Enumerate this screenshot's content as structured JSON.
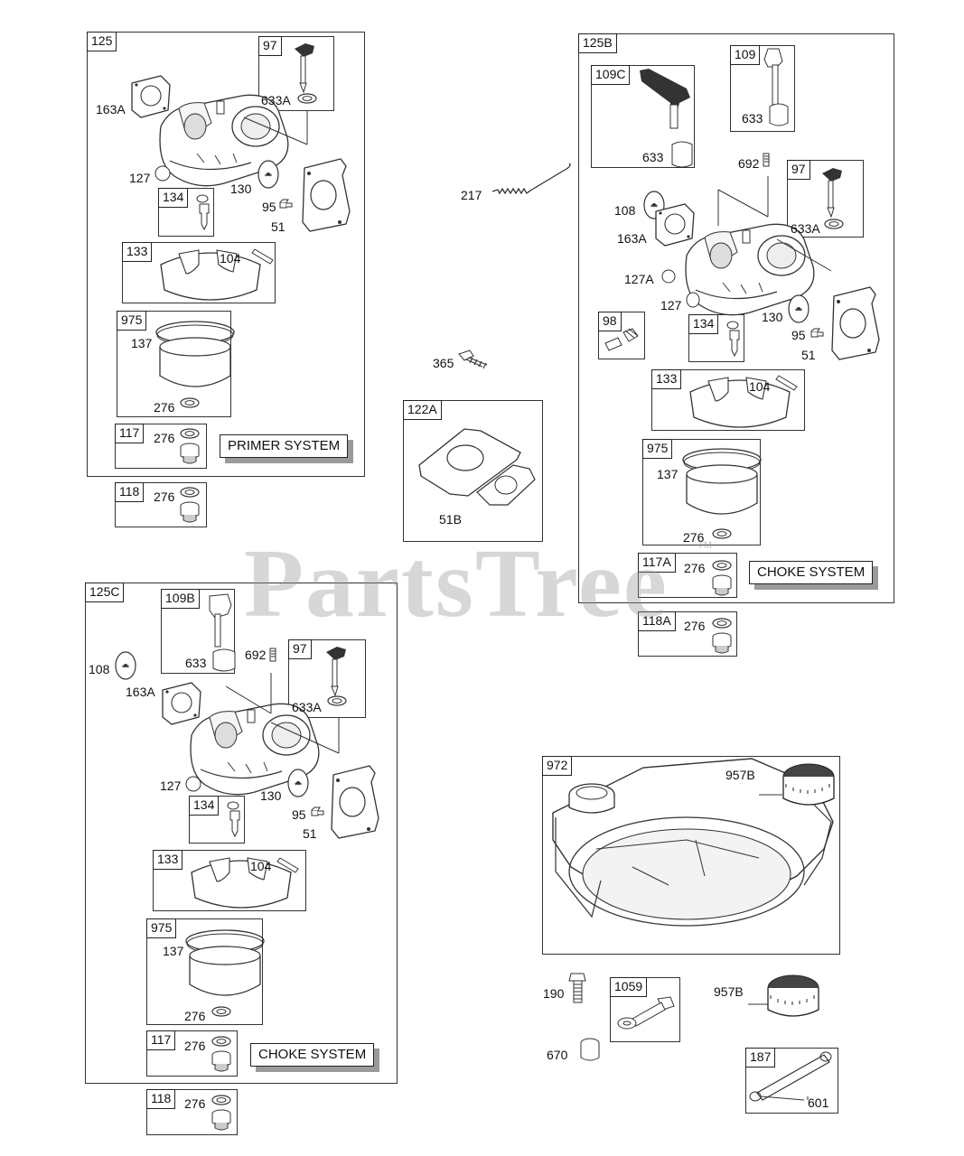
{
  "watermark": {
    "text": "PartsTree",
    "tm": "TM"
  },
  "boxes": {
    "b125": "125",
    "b97a": "97",
    "b134a": "134",
    "b133a": "133",
    "b975a": "975",
    "b117a": "117",
    "b118a": "118",
    "b125b": "125B",
    "b109c": "109C",
    "b109": "109",
    "b97b": "97",
    "b98": "98",
    "b134b": "134",
    "b133b": "133",
    "b975b": "975",
    "b117A": "117A",
    "b118A": "118A",
    "b122a": "122A",
    "b125c": "125C",
    "b109b": "109B",
    "b97c": "97",
    "b134c": "134",
    "b133c": "133",
    "b975c": "975",
    "b117c": "117",
    "b118c": "118",
    "b972": "972",
    "b1059": "1059",
    "b187": "187"
  },
  "labels": {
    "l163a_1": "163A",
    "l633a_1": "633A",
    "l127_1": "127",
    "l130_1": "130",
    "l95_1": "95",
    "l51_1": "51",
    "l104_1": "104",
    "l137_1": "137",
    "l276_1": "276",
    "l276_2": "276",
    "l276_3": "276",
    "l217": "217",
    "l365": "365",
    "l51b": "51B",
    "l633_b1": "633",
    "l633_b2": "633",
    "l692_b": "692",
    "l108_b": "108",
    "l163a_b": "163A",
    "l633a_b": "633A",
    "l127a_b": "127A",
    "l127_b": "127",
    "l130_b": "130",
    "l95_b": "95",
    "l51_b": "51",
    "l104_b": "104",
    "l137_b": "137",
    "l276_b1": "276",
    "l276_b2": "276",
    "l276_b3": "276",
    "l108_c": "108",
    "l633_c": "633",
    "l692_c": "692",
    "l163a_c": "163A",
    "l633a_c": "633A",
    "l127_c": "127",
    "l130_c": "130",
    "l95_c": "95",
    "l51_c": "51",
    "l104_c": "104",
    "l137_c": "137",
    "l276_c1": "276",
    "l276_c2": "276",
    "l276_c3": "276",
    "l957b_1": "957B",
    "l190": "190",
    "l670": "670",
    "l957b_2": "957B",
    "l601": "601"
  },
  "systems": {
    "primer": "PRIMER SYSTEM",
    "choke_b": "CHOKE SYSTEM",
    "choke_c": "CHOKE SYSTEM"
  }
}
